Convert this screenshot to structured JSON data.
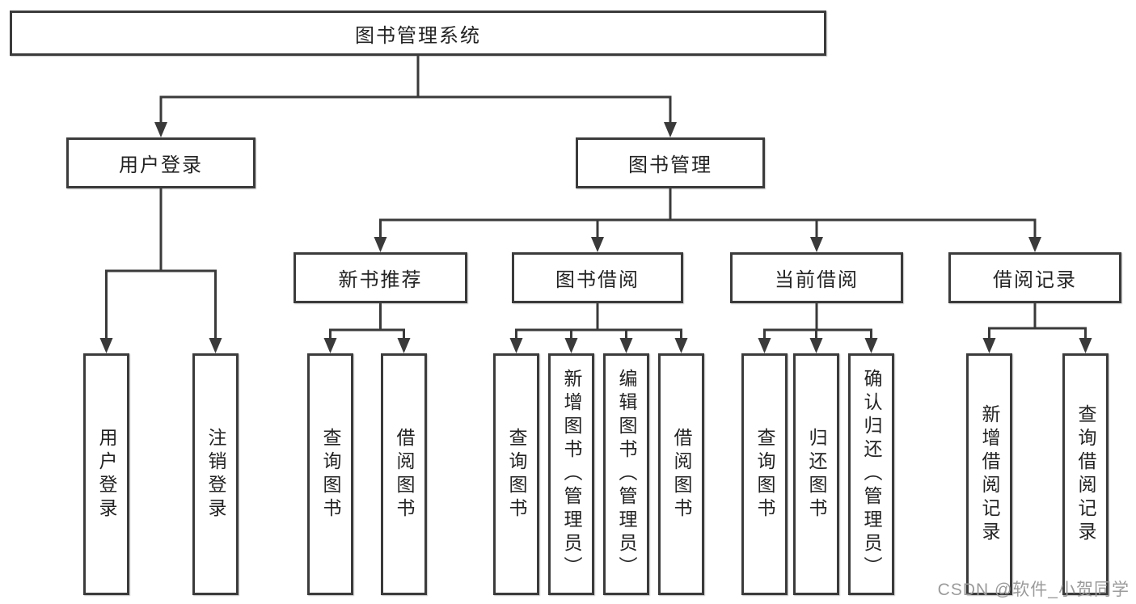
{
  "diagram": {
    "title": "图书管理系统",
    "level2": {
      "user_login": "用户登录",
      "book_mgmt": "图书管理"
    },
    "level3": {
      "new_recommend": "新书推荐",
      "book_borrow": "图书借阅",
      "current_borrow": "当前借阅",
      "borrow_records": "借阅记录"
    },
    "leaves": {
      "user_login": "用户登录",
      "logout": "注销登录",
      "query_books_recommend": "查询图书",
      "borrow_books_recommend": "借阅图书",
      "query_books_borrow": "查询图书",
      "add_books_admin": "新增图书（管理员）",
      "edit_books_admin": "编辑图书（管理员）",
      "borrow_books": "借阅图书",
      "query_books_current": "查询图书",
      "return_books": "归还图书",
      "confirm_return_admin": "确认归还（管理员）",
      "add_borrow_record": "新增借阅记录",
      "query_borrow_record": "查询借阅记录"
    }
  },
  "watermark": "CSDN @软件_小贺同学",
  "colors": {
    "line": "#3a3a3a",
    "box_border": "#3b3b3b",
    "text": "#232323",
    "watermark": "#9b9b9b",
    "background": "#ffffff"
  }
}
